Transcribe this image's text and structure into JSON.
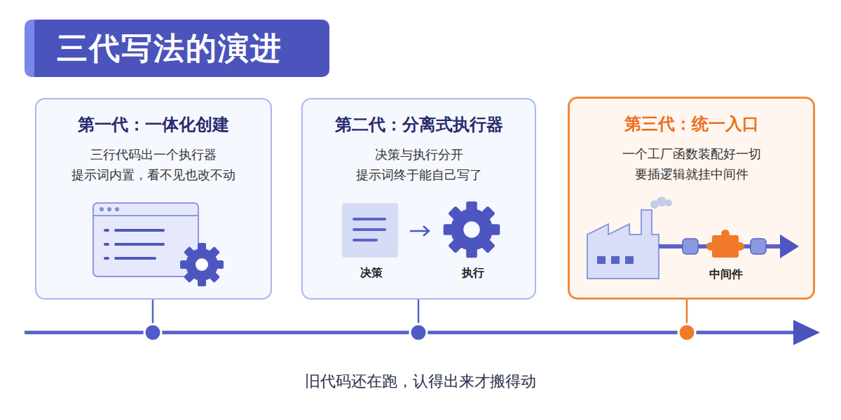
{
  "diagram": {
    "title": "三代写法的演进",
    "caption": "旧代码还在跑，认得出来才搬得动",
    "nodes": [
      {
        "text": [
          "第一代：一体化创建",
          "三行代码出一个执行器 提示词内置，看不见也改不动"
        ]
      },
      {
        "text": [
          "第二代：分离式执行器",
          "决策与执行分开 提示词终于能自己写了"
        ]
      },
      {
        "text": [
          "第三代：统一入口",
          "一个工厂函数装配好一切 要插逻辑就挂中间件"
        ]
      }
    ],
    "labels": [
      "决策",
      "执行",
      "中间件"
    ]
  }
}
